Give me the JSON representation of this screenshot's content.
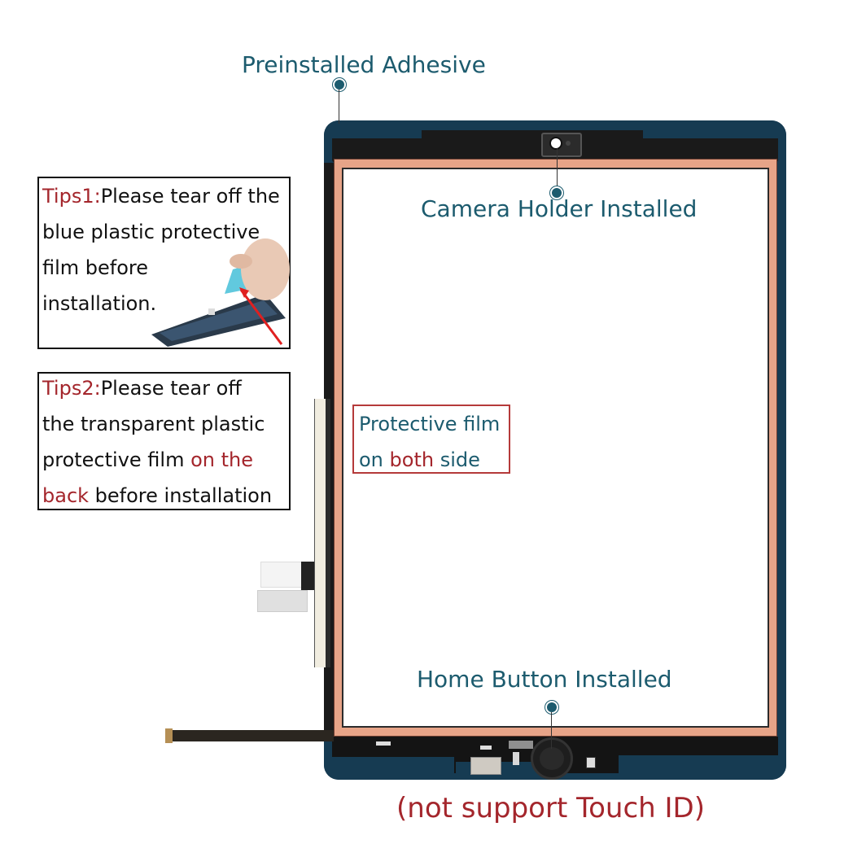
{
  "labels": {
    "preinstalled_adhesive": "Preinstalled Adhesive",
    "camera_holder": "Camera Holder Installed",
    "home_button": "Home Button Installed"
  },
  "tips": [
    {
      "prefix": "Tips1:",
      "lines": [
        "Please tear off the",
        "blue plastic protective",
        "film before",
        "installation."
      ]
    },
    {
      "prefix": "Tips2:",
      "line1": "Please tear off",
      "line2": "the transparent plastic",
      "line3_black": "protective film ",
      "line3_red": "on the",
      "line4_red": "back",
      "line4_black": " before installation"
    }
  ],
  "protective_film": {
    "line1": "Protective film",
    "line2_a": "on ",
    "line2_red": "both",
    "line2_b": " side"
  },
  "bottom_note": "(not support Touch ID)",
  "colors": {
    "label_teal": "#1c5b6e",
    "accent_red": "#a4262c",
    "frame_navy": "#163b52",
    "adhesive_salmon": "#e7a488"
  },
  "icons": {
    "camera": "camera-holder-icon",
    "home": "home-button-icon",
    "callout": "callout-dot-icon"
  }
}
